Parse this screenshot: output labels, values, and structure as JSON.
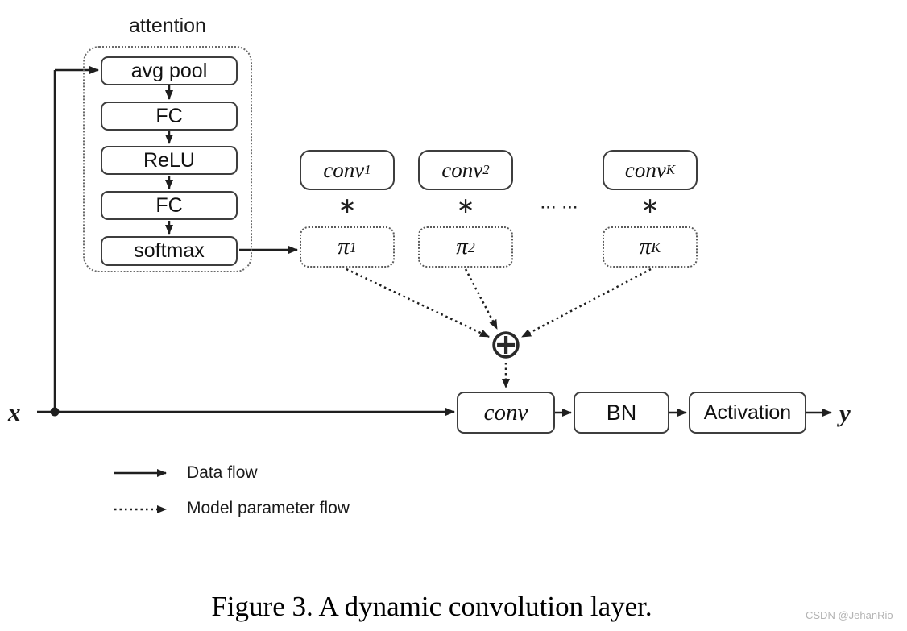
{
  "diagram": {
    "attention": {
      "title": "attention",
      "layers": [
        "avg pool",
        "FC",
        "ReLU",
        "FC",
        "softmax"
      ]
    },
    "kernels": [
      {
        "base": "conv",
        "sub": "1"
      },
      {
        "base": "conv",
        "sub": "2"
      },
      {
        "base": "conv",
        "sub": "K"
      }
    ],
    "multiply_symbol": "∗",
    "ellipsis": "∙∙∙ ∙∙∙",
    "weights": [
      {
        "base": "π",
        "sub": "1"
      },
      {
        "base": "π",
        "sub": "2"
      },
      {
        "base": "π",
        "sub": "K"
      }
    ],
    "aggregation_symbol": "⊕",
    "main_flow": {
      "input_label": "x",
      "conv_label": "conv",
      "bn_label": "BN",
      "activation_label": "Activation",
      "output_label": "y"
    }
  },
  "legend": {
    "items": [
      {
        "style": "solid",
        "label": "Data flow"
      },
      {
        "style": "dotted",
        "label": "Model parameter flow"
      }
    ]
  },
  "caption": "Figure 3. A dynamic convolution layer.",
  "watermark": "CSDN @JehanRio",
  "colors": {
    "line": "#1f1f1f",
    "box_border": "#3d3d3d",
    "watermark": "#b3b3b3"
  }
}
